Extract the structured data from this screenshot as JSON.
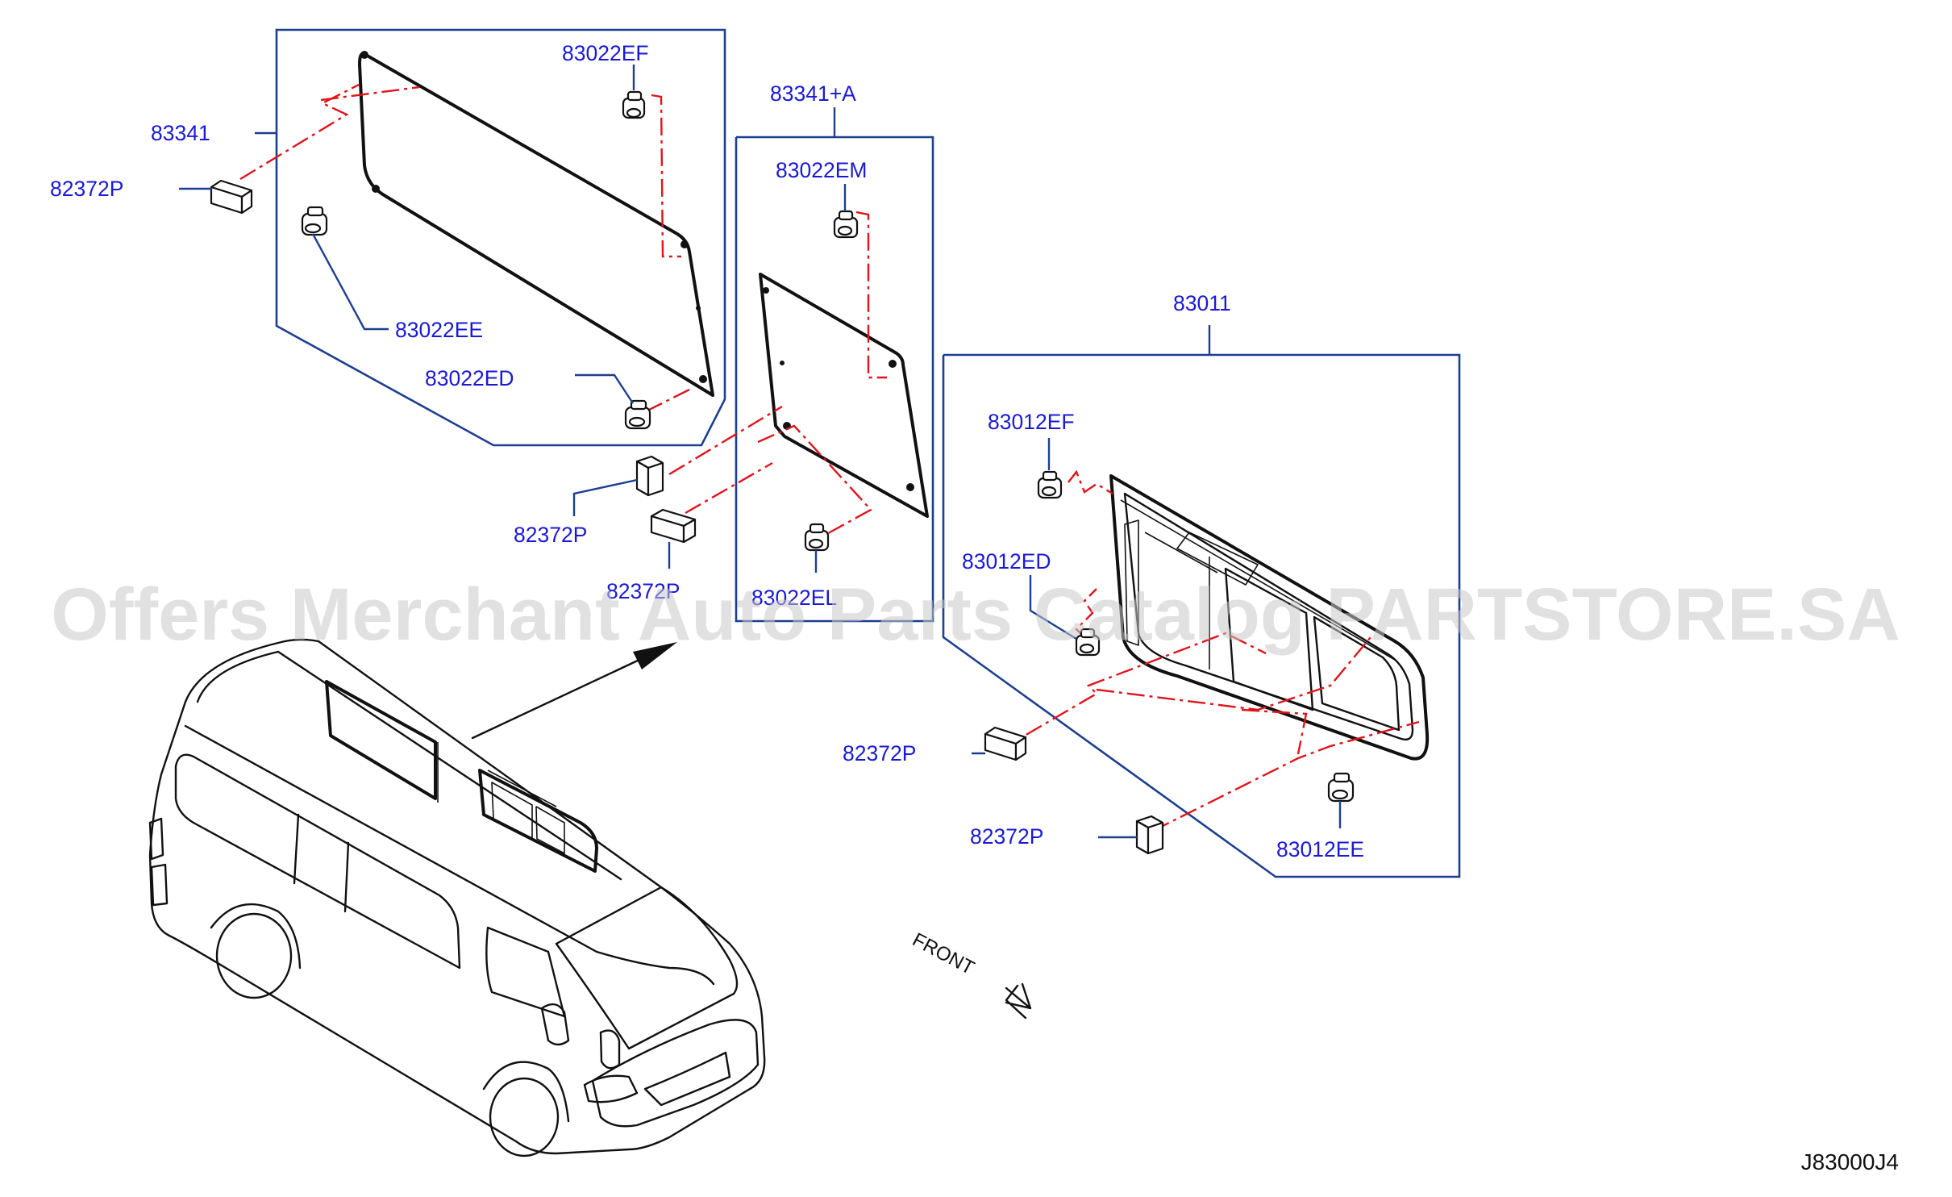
{
  "diagram": {
    "code": "J83000J4",
    "watermark": "Offers Merchant Auto Parts Catalog PARTSTORE.SA",
    "front_label": "FRONT",
    "groups": {
      "left_glass": {
        "part": "83341",
        "fastener_top": "83022EF",
        "fastener_mid": "83022EE",
        "fastener_bottom": "83022ED"
      },
      "center_glass": {
        "part": "83341+A",
        "fastener_top": "83022EM",
        "fastener_bottom": "83022EL"
      },
      "rear_glass": {
        "part": "83011",
        "fastener_top": "83012EF",
        "fastener_mid": "83012ED",
        "fastener_bottom": "83012EE"
      }
    },
    "spacers": {
      "s1": "82372P",
      "s2": "82372P",
      "s3": "82372P",
      "s4": "82372P",
      "s5": "82372P"
    }
  }
}
